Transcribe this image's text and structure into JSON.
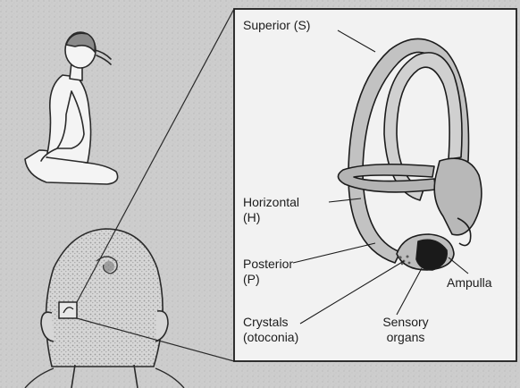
{
  "labels": {
    "superior": "Superior (S)",
    "horizontal": [
      "Horizontal",
      "(H)"
    ],
    "posterior": [
      "Posterior",
      "(P)"
    ],
    "crystals": [
      "Crystals",
      "(otoconia)"
    ],
    "sensory": [
      "Sensory",
      "organs"
    ],
    "ampulla": "Ampulla"
  },
  "colors": {
    "paper": "#cdcdcd",
    "ink": "#1c1c1c",
    "panel": "#f2f2f2",
    "canal": "#bdbdbd",
    "dark": "#1a1a1a"
  },
  "icons": {
    "person": "kneeling-person-illustration",
    "head": "head-back-view-illustration",
    "inner_ear": "semicircular-canals-illustration"
  }
}
